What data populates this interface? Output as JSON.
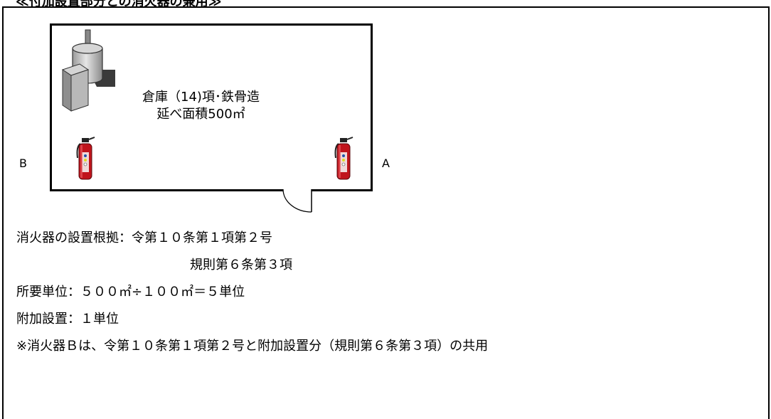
{
  "heading": "≪付加設置部分との消火器の兼用≫",
  "room": {
    "line1": "倉庫（14)項･鉄骨造",
    "line2": "延べ面積500㎡"
  },
  "labels": {
    "b": "B",
    "a": "A"
  },
  "notes": {
    "basis": "消火器の設置根拠：令第１０条第１項第２号",
    "basis_cont": "規則第６条第３項",
    "units": "所要単位：５００㎡÷１００㎡＝５単位",
    "additional": "附加設置：１単位",
    "remark": "※消火器Ｂは、令第１０条第１項第２号と附加設置分（規則第６条第３項）の共用"
  },
  "icons": {
    "equipment": "boiler-tank-icon",
    "extinguisher": "fire-extinguisher-icon"
  },
  "colors": {
    "extinguisher_red": "#c0141c",
    "equipment_gray": "#b8b8b8"
  }
}
